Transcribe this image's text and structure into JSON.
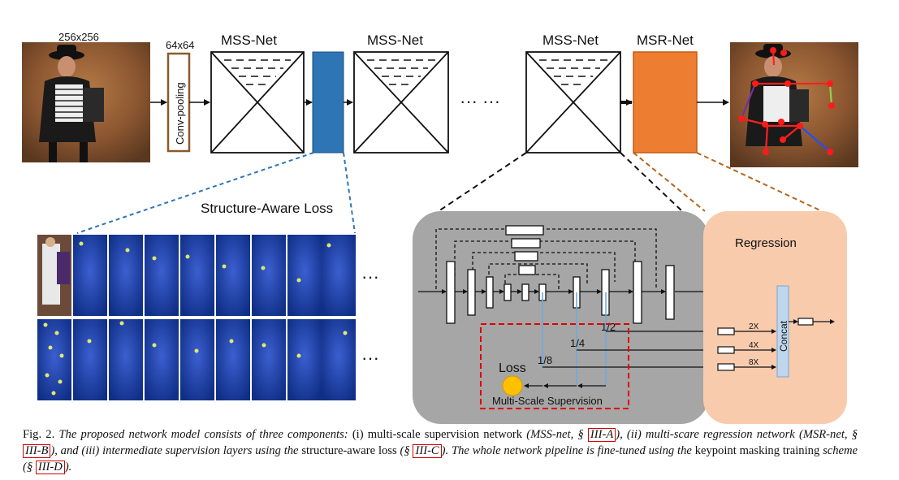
{
  "top": {
    "input_size": "256x256",
    "pool_size": "64x64",
    "conv_pooling": "Conv-pooling",
    "mss_net_label": "MSS-Net",
    "msr_net_label": "MSR-Net",
    "ellipsis": "··· ···"
  },
  "structure_loss": {
    "title": "Structure-Aware Loss",
    "ellipsis": "···"
  },
  "network_detail": {
    "scale_1_2": "1/2",
    "scale_1_4": "1/4",
    "scale_1_8": "1/8",
    "loss": "Loss",
    "multi_scale_supervision": "Multi-Scale Supervision"
  },
  "regression": {
    "title": "Regression",
    "concat": "Concat",
    "scale_2x": "2X",
    "scale_4x": "4X",
    "scale_8x": "8X"
  },
  "caption": {
    "fig_label": "Fig. 2.",
    "s1": "The proposed network model consists of three components:",
    "s2": "(i) multi-scale supervision network",
    "s3": "(MSS-net, §",
    "ref_a": "III-A",
    "s4": "), (ii) multi-scare regression network",
    "s5": "(MSR-net, §",
    "ref_b": "III-B",
    "s6": "), and (iii) intermediate supervision layers using the",
    "s7": "structure-aware loss",
    "s8": "(§",
    "ref_c": "III-C",
    "s9": "). The whole network pipeline is fine-tuned using the",
    "s10": "keypoint masking training",
    "s11": "scheme (§",
    "ref_d": "III-D",
    "s12": ")."
  },
  "colors": {
    "mss_blue": "#2e75b6",
    "msr_orange": "#ed7d31",
    "gray_panel": "#a6a6a6",
    "regression_panel": "#f8cbad",
    "concat_blue": "#bdd7ee",
    "red_dashed": "#e00000",
    "loss_circle": "#ffc000",
    "brown_dashed": "#b5651d",
    "heatmap_bg": "#1f3fa8"
  }
}
